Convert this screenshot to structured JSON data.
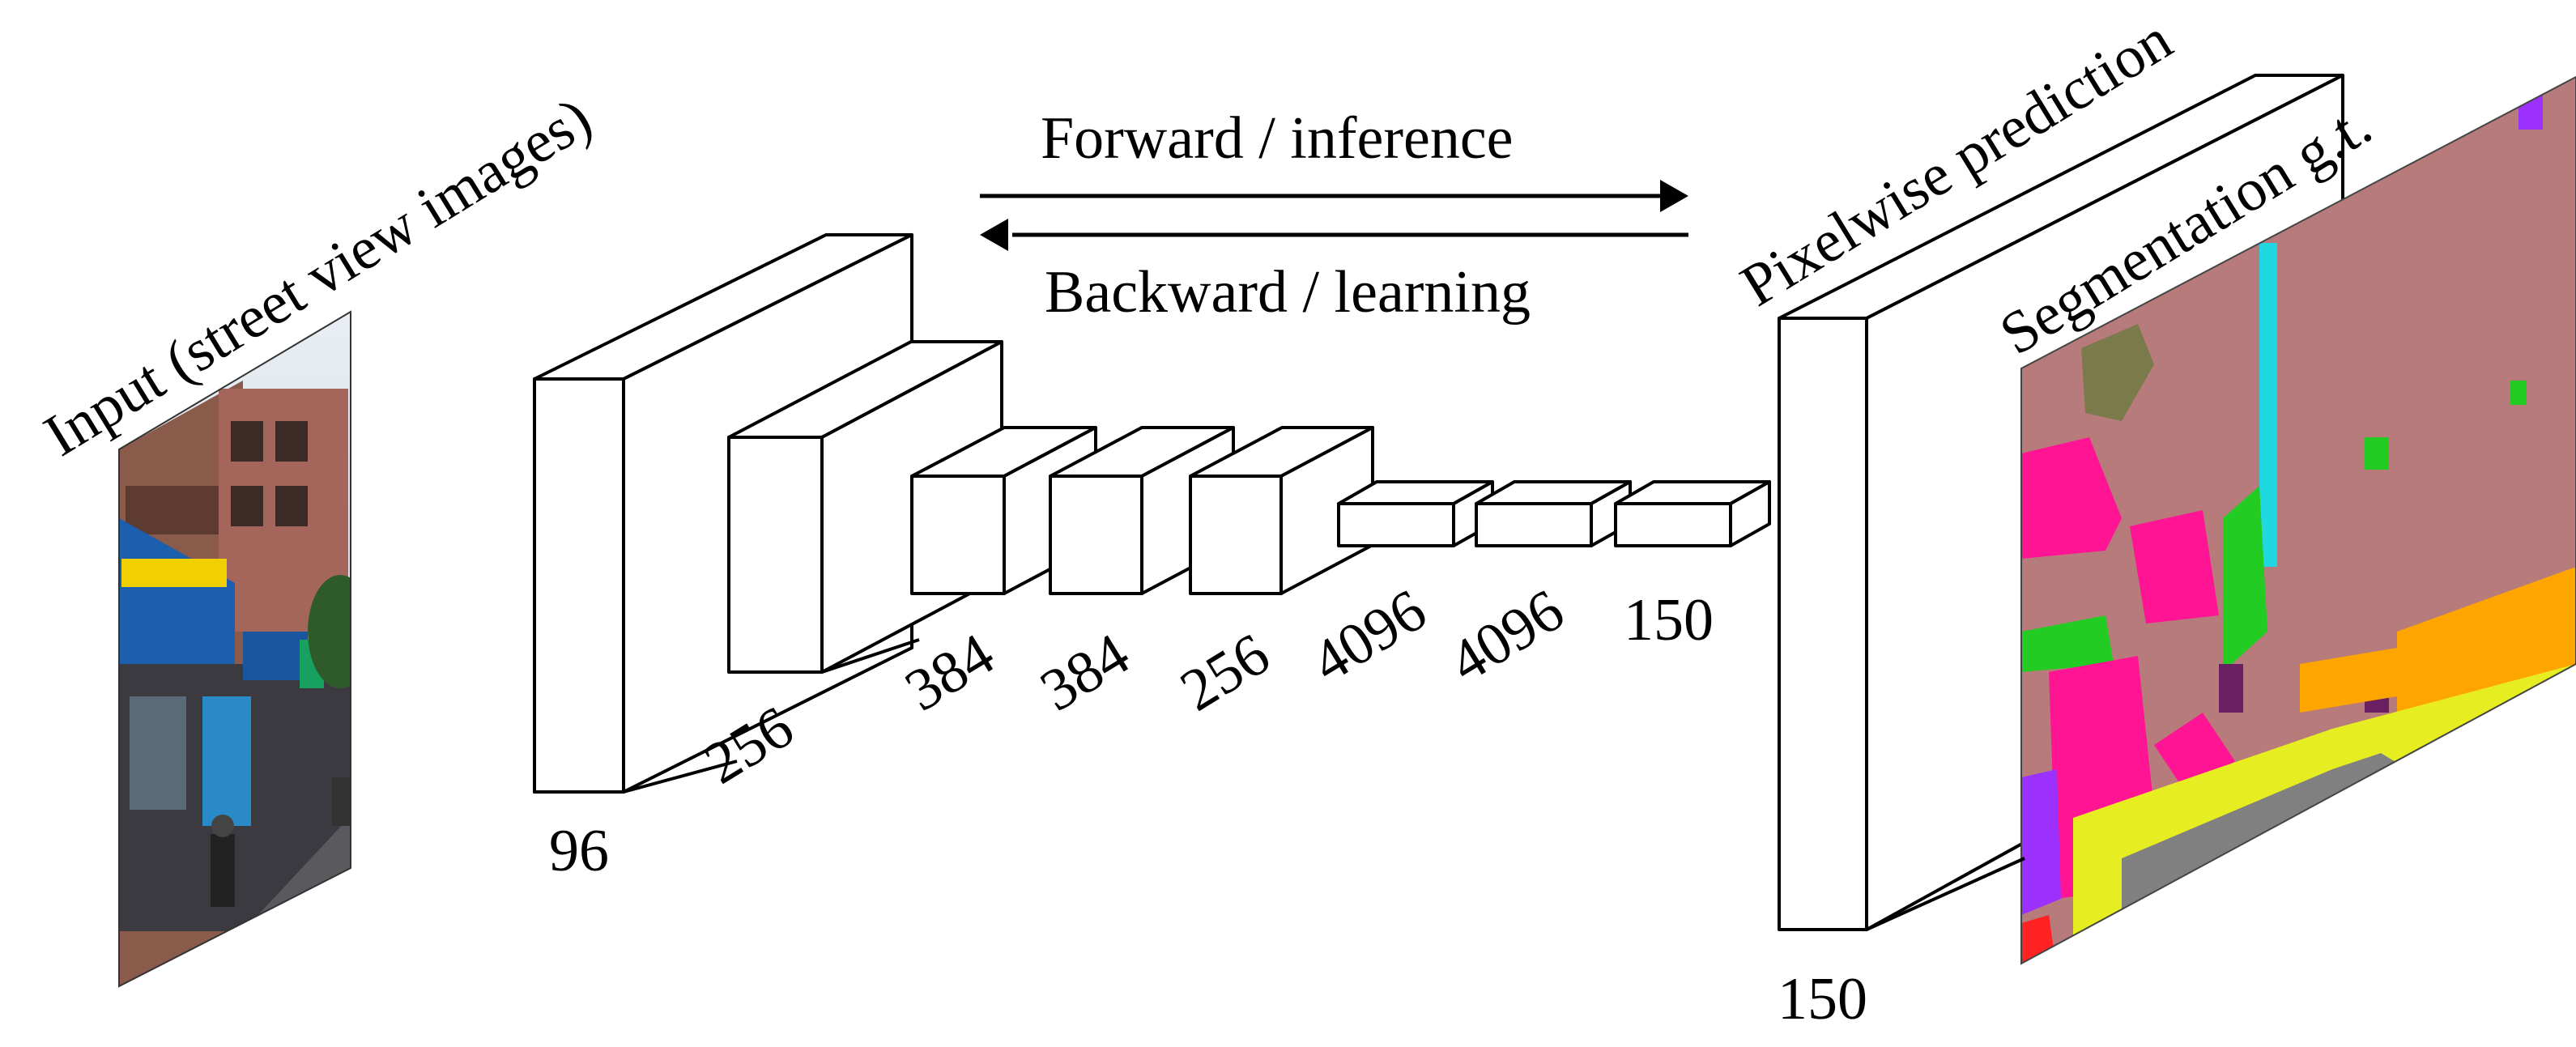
{
  "labels": {
    "input": "Input (street view images)",
    "forward": "Forward / inference",
    "backward": "Backward / learning",
    "prediction": "Pixelwise prediction",
    "ground_truth": "Segmentation g.t."
  },
  "layers": [
    {
      "id": "conv1",
      "channels": "96"
    },
    {
      "id": "conv2",
      "channels": "256"
    },
    {
      "id": "conv3",
      "channels": "384"
    },
    {
      "id": "conv4",
      "channels": "384"
    },
    {
      "id": "conv5",
      "channels": "256"
    },
    {
      "id": "fc6",
      "channels": "4096"
    },
    {
      "id": "fc7",
      "channels": "4096"
    },
    {
      "id": "fc8",
      "channels": "150"
    },
    {
      "id": "output",
      "channels": "150"
    }
  ],
  "colors": {
    "block_fill": "#ffffff",
    "block_stroke": "#000000",
    "seg_pink_gray": "#b77b7b",
    "seg_magenta": "#ff1493",
    "seg_green": "#22cc22",
    "seg_cyan": "#22d8e0",
    "seg_yellow": "#e6ee22",
    "seg_orange": "#ffa500",
    "seg_gray": "#808080",
    "seg_purple": "#9b30ff",
    "seg_olive": "#7b7a4a"
  }
}
